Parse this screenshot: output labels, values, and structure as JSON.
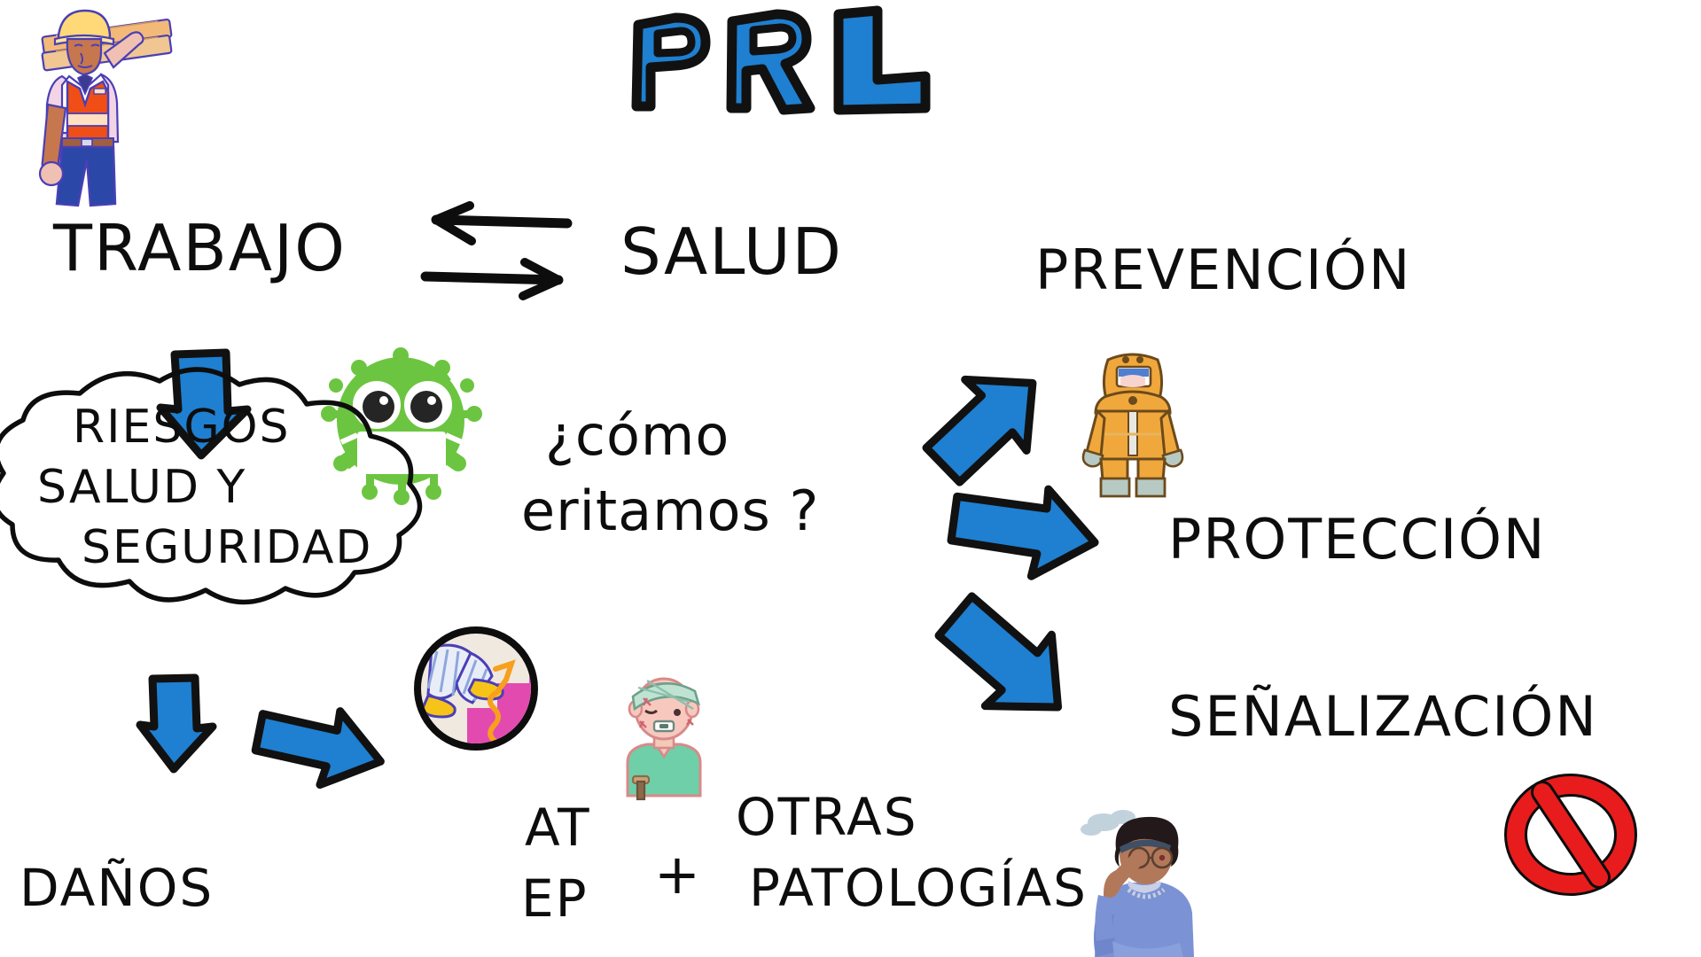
{
  "page": {
    "title": "PRL",
    "background": "#ffffff",
    "ink_color": "#0d0d0d",
    "accent_blue": "#1f7fd0",
    "accent_red": "#e81c1c",
    "virus_green": "#5fbf2f",
    "hazmat_orange": "#f0a83c"
  },
  "title": {
    "text": "PRL",
    "fill": "#1f7fd0",
    "stroke": "#111111"
  },
  "nodes": {
    "trabajo": "TRABAJO",
    "salud": "SALUD",
    "prevencion": "PREVENCIÓN",
    "proteccion": "PROTECCIÓN",
    "senalizacion": "SEÑALIZACIÓN",
    "danos": "DAÑOS"
  },
  "cloud": {
    "line1": "RIESGOS",
    "line2": "SALUD Y",
    "line3": "SEGURIDAD"
  },
  "question": {
    "line1": "¿cómo",
    "line2": "eritamos ?"
  },
  "damages": {
    "at": "AT",
    "ep": "EP",
    "plus": "+",
    "otras": "OTRAS",
    "patologias": "PATOLOGÍAS"
  },
  "illustrations": {
    "worker": "construction-worker-carrying-planks",
    "virus": "green-virus-with-face-mask",
    "hazmat": "person-in-hazmat-suit",
    "stairs": "legs-climbing-stairs-icon",
    "injured": "injured-person-with-head-bandage",
    "stressed": "stressed-woman-holding-head",
    "prohibition": "red-prohibition-sign"
  },
  "arrows": {
    "double_left": "arrow-left",
    "double_right": "arrow-right",
    "down_to_cloud": "blue-arrow-down",
    "cloud_to_danos": "blue-arrow-down",
    "danos_to_at": "blue-arrow-right",
    "to_prevencion": "blue-arrow-up-right",
    "to_proteccion": "blue-arrow-right",
    "to_senalizacion": "blue-arrow-down-right"
  }
}
